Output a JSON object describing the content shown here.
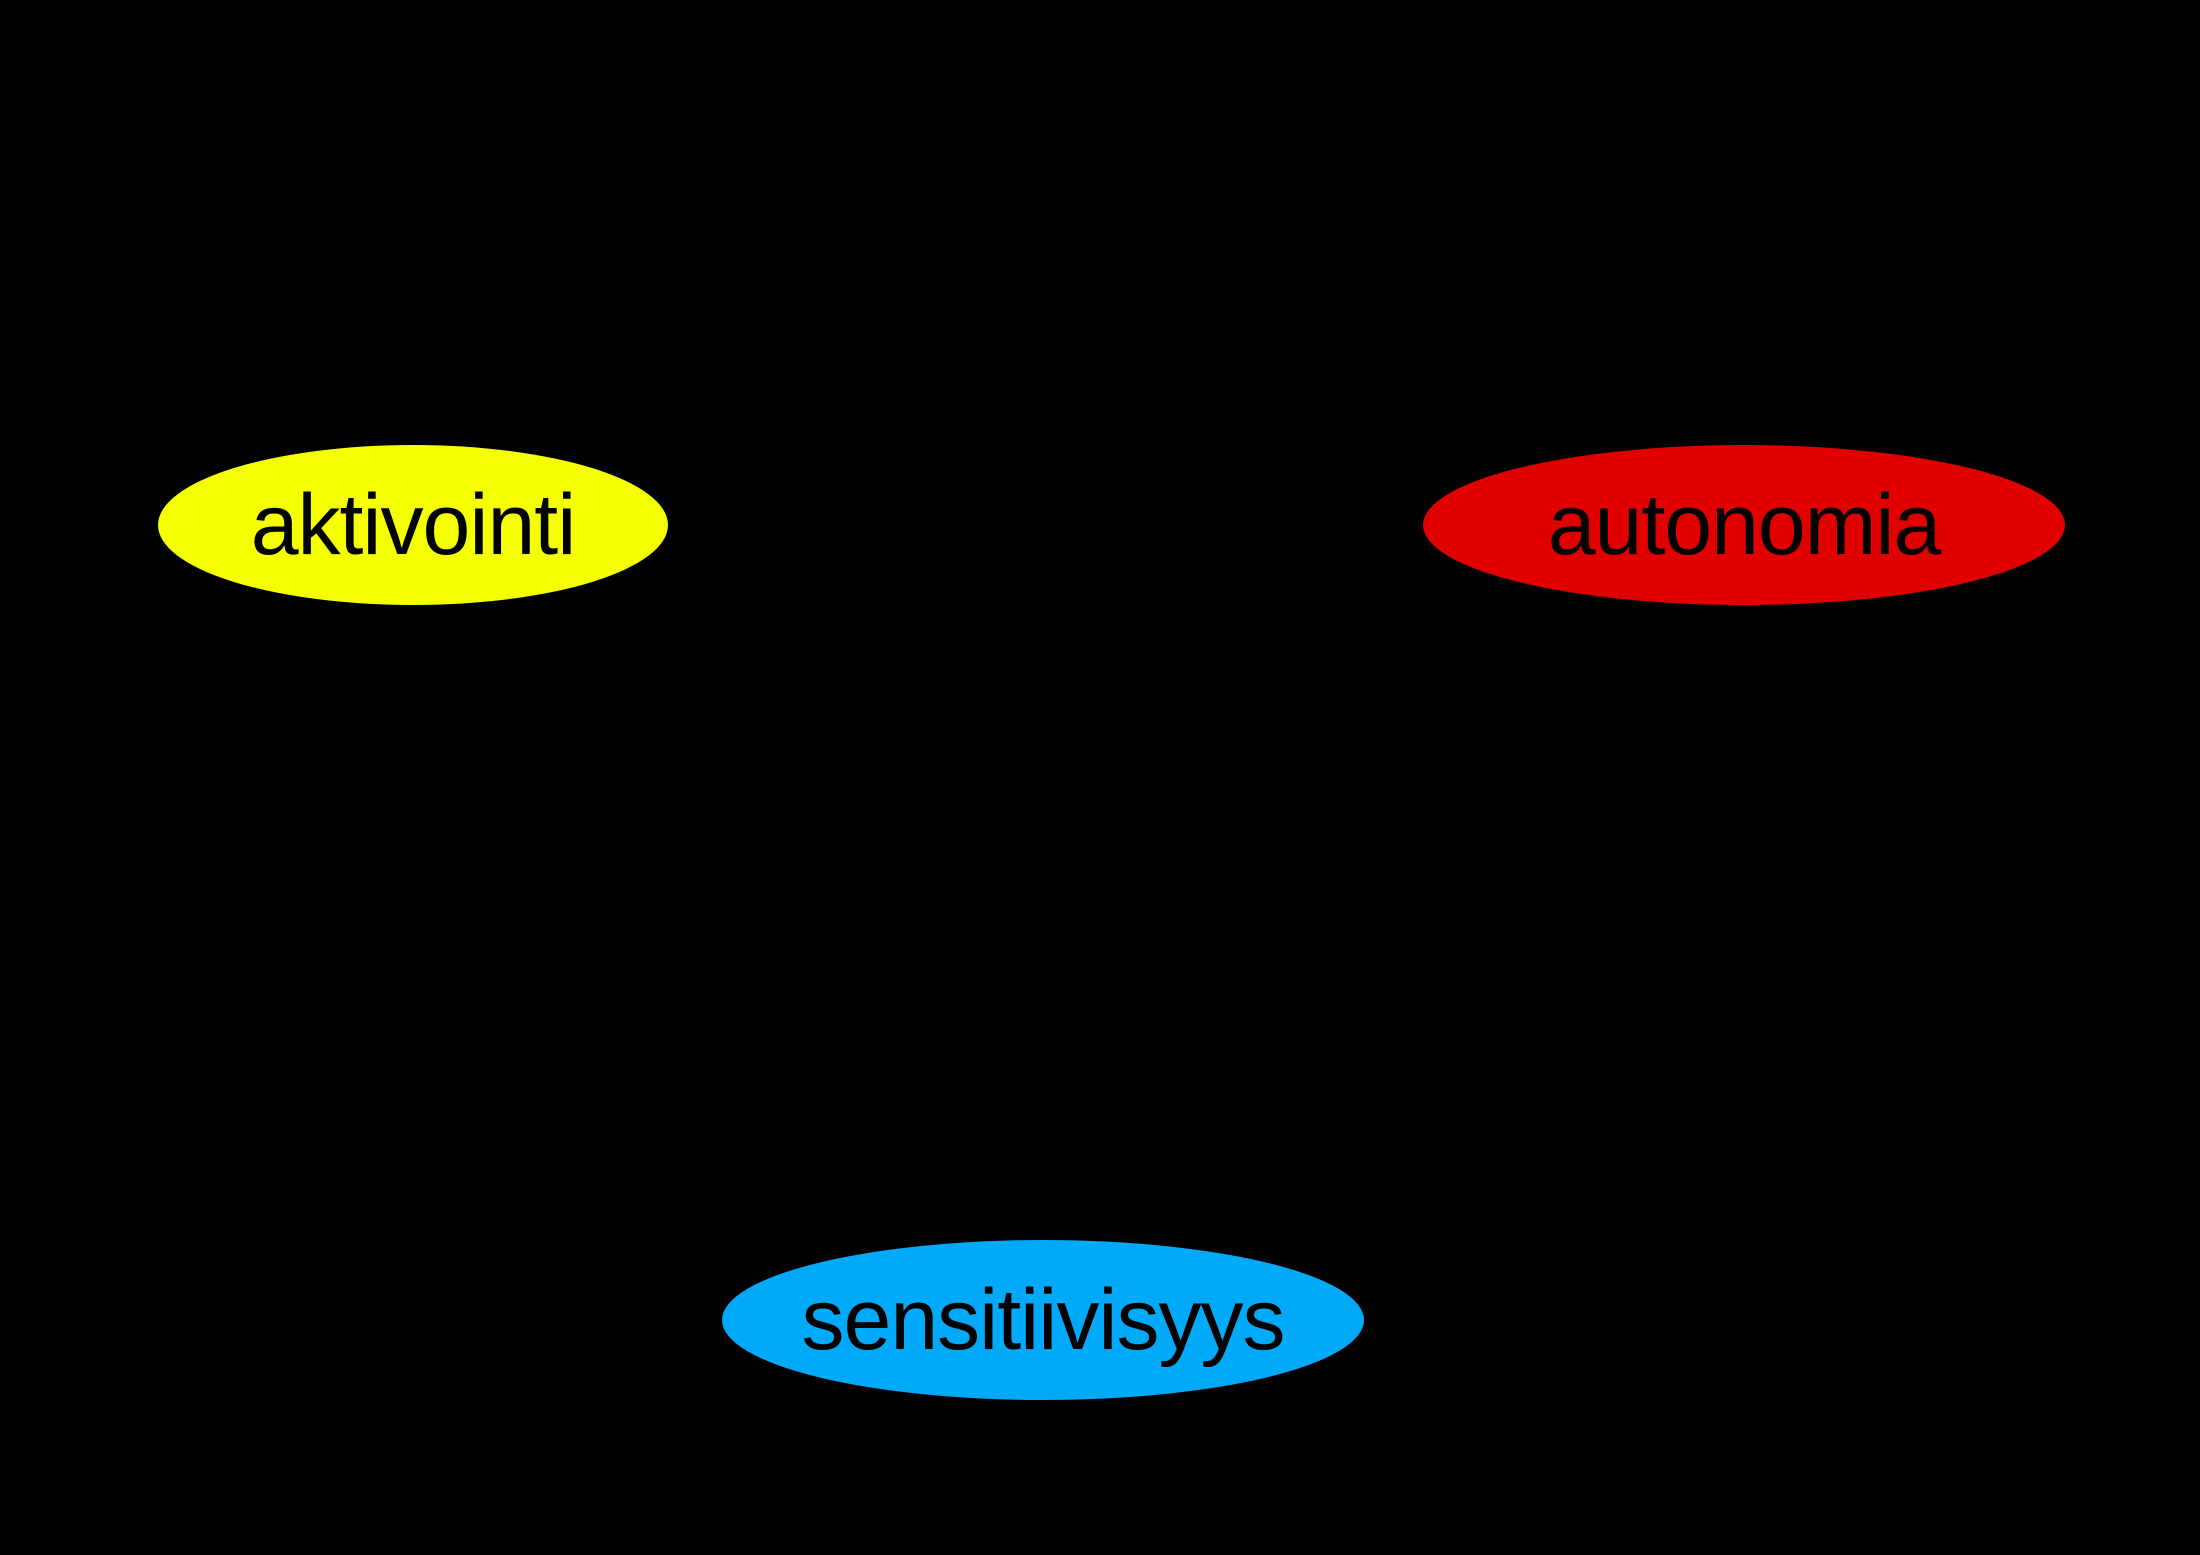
{
  "nodes": [
    {
      "id": "aktivointi",
      "label": "aktivointi",
      "color": "#F4FF00"
    },
    {
      "id": "autonomia",
      "label": "autonomia",
      "color": "#E00000"
    },
    {
      "id": "sensitiivisyys",
      "label": "sensitiivisyys",
      "color": "#00AAF8"
    }
  ]
}
